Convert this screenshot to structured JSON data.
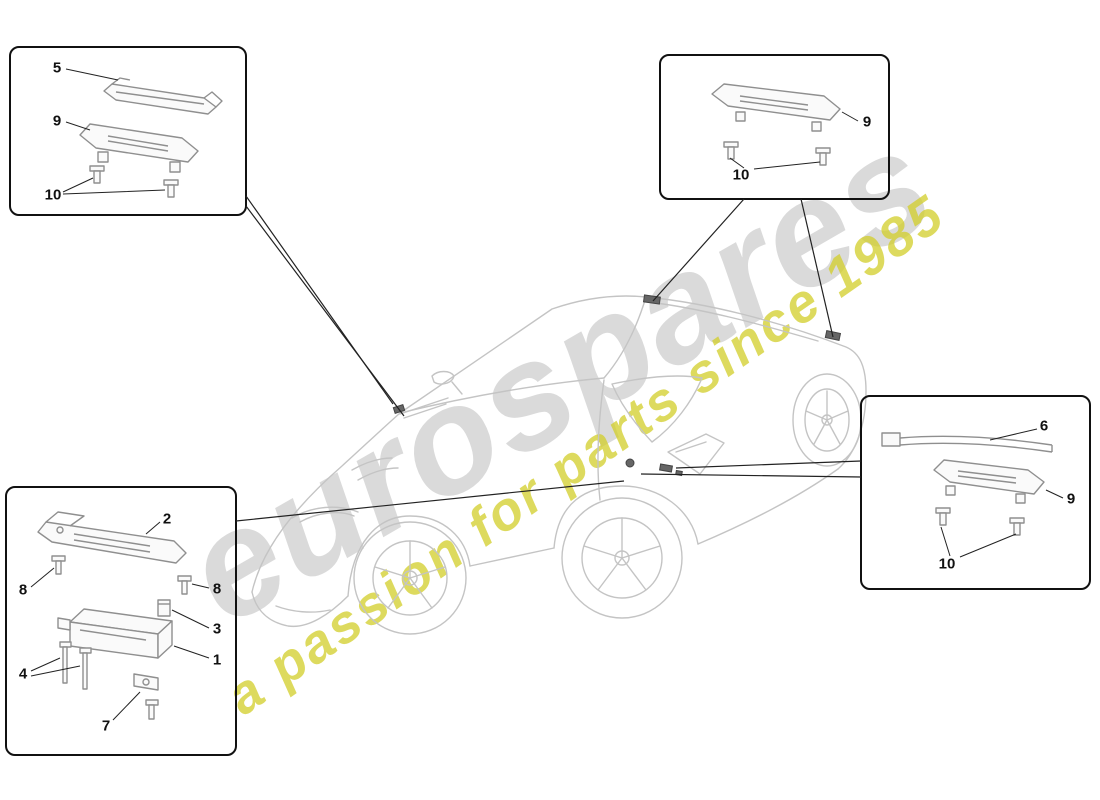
{
  "watermark": {
    "brand": "eurospares",
    "tagline": "a passion for parts since 1985"
  },
  "callouts": {
    "box_top_left": [
      "5",
      "9",
      "10"
    ],
    "box_top_right": [
      "9",
      "10"
    ],
    "box_mid_right": [
      "6",
      "9",
      "10"
    ],
    "box_bottom_left": [
      "2",
      "8",
      "8",
      "3",
      "1",
      "4",
      "7"
    ]
  },
  "colors": {
    "ink": "#1a1a1a",
    "part_line": "#8f8f8f",
    "car_line": "#c4c4c4",
    "watermark_gray": "#d2d2d2",
    "watermark_yellow": "#e3df3e"
  }
}
